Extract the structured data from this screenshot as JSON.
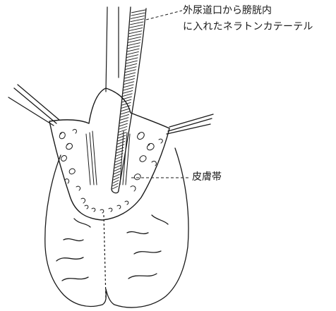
{
  "labels": {
    "catheter_line1": "外尿道口から膀胱内",
    "catheter_line2": "に入れたネラトンカテーテル",
    "skin_band": "皮膚帯"
  },
  "colors": {
    "ink": "#1a1a1a",
    "background": "#ffffff"
  }
}
